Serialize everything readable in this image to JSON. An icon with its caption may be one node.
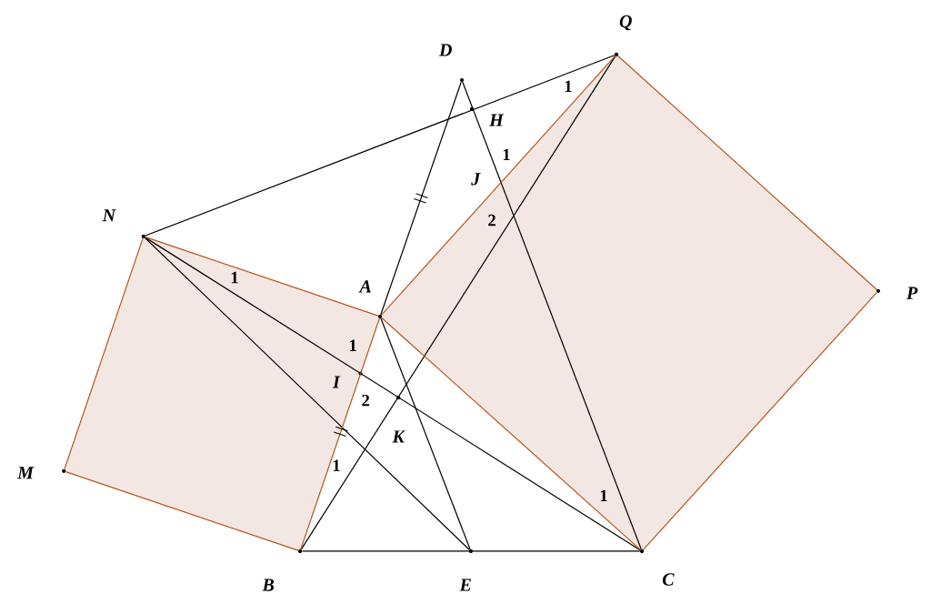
{
  "diagram": {
    "nodes": [
      {
        "text": [
          "D"
        ]
      },
      {
        "text": [
          "Q"
        ]
      },
      {
        "text": [
          "H"
        ]
      },
      {
        "text": [
          "J"
        ]
      },
      {
        "text": [
          "N"
        ]
      },
      {
        "text": [
          "A"
        ]
      },
      {
        "text": [
          "P"
        ]
      },
      {
        "text": [
          "I"
        ]
      },
      {
        "text": [
          "K"
        ]
      },
      {
        "text": [
          "M"
        ]
      },
      {
        "text": [
          "B"
        ]
      },
      {
        "text": [
          "E"
        ]
      },
      {
        "text": [
          "C"
        ]
      }
    ],
    "edges": [
      {
        "from": 4,
        "to": 1,
        "arrow": "none",
        "color": "#000000"
      },
      {
        "from": 0,
        "to": 5,
        "arrow": "none",
        "color": "#000000"
      },
      {
        "from": 0,
        "to": 12,
        "arrow": "none",
        "color": "#000000"
      },
      {
        "from": 10,
        "to": 12,
        "arrow": "none",
        "color": "#000000"
      },
      {
        "from": 5,
        "to": 11,
        "arrow": "none",
        "color": "#000000"
      },
      {
        "from": 4,
        "to": 11,
        "arrow": "none",
        "color": "#000000"
      },
      {
        "from": 4,
        "to": 12,
        "arrow": "none",
        "color": "#000000"
      },
      {
        "from": 10,
        "to": 1,
        "arrow": "none",
        "color": "#000000"
      },
      {
        "from": 4,
        "to": 5,
        "arrow": "none",
        "color": "#b5541c"
      },
      {
        "from": 5,
        "to": 10,
        "arrow": "none",
        "color": "#b5541c"
      },
      {
        "from": 10,
        "to": 9,
        "arrow": "none",
        "color": "#b5541c"
      },
      {
        "from": 9,
        "to": 4,
        "arrow": "none",
        "color": "#b5541c"
      },
      {
        "from": 5,
        "to": 1,
        "arrow": "none",
        "color": "#b5541c"
      },
      {
        "from": 1,
        "to": 6,
        "arrow": "none",
        "color": "#b5541c"
      },
      {
        "from": 6,
        "to": 12,
        "arrow": "none",
        "color": "#b5541c"
      },
      {
        "from": 12,
        "to": 5,
        "arrow": "none",
        "color": "#b5541c"
      }
    ],
    "labels": [
      "1",
      "1",
      "2",
      "1",
      "1",
      "2",
      "1",
      "1"
    ]
  }
}
